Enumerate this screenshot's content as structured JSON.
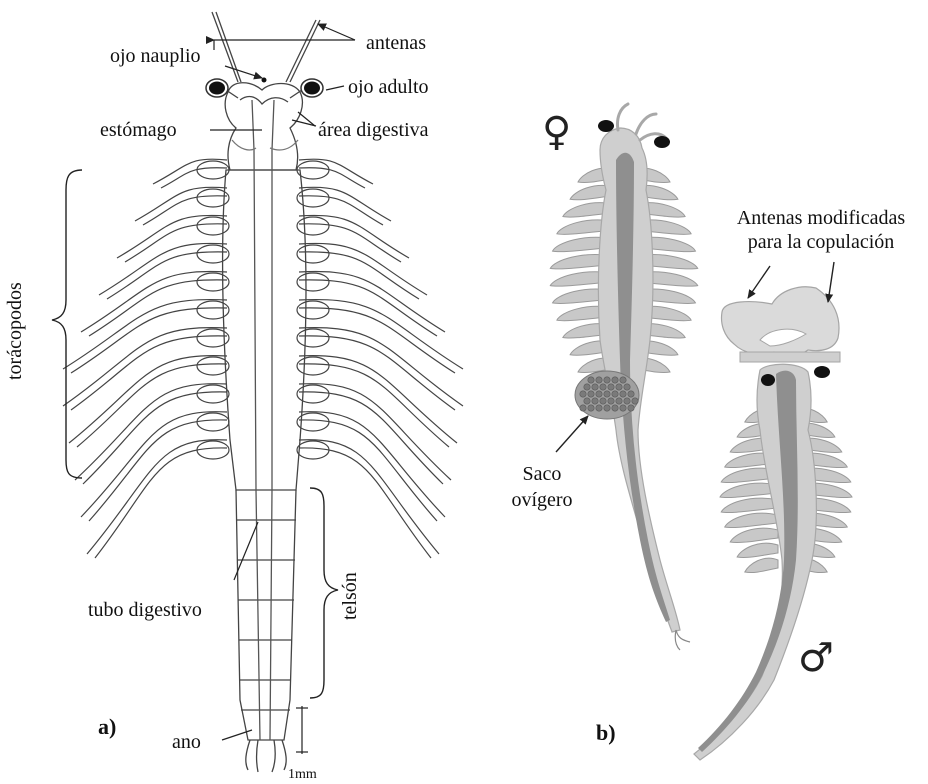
{
  "panel_a": {
    "letter": "a)",
    "labels": {
      "antennae": "antenas",
      "nauplius_eye": "ojo nauplio",
      "adult_eye": "ojo adulto",
      "stomach": "estómago",
      "digestive_area": "área digestiva",
      "thoracopods": "torácopodos",
      "telson": "telsón",
      "digestive_tube": "tubo digestivo",
      "anus": "ano",
      "scale": "1mm"
    }
  },
  "panel_b": {
    "letter": "b)",
    "female_symbol": "♀",
    "male_symbol": "♂",
    "egg_sac_line1": "Saco",
    "egg_sac_line2": "ovígero",
    "modified_antennae_line1": "Antenas modificadas",
    "modified_antennae_line2": "para la copulación"
  },
  "colors": {
    "line": "#222222",
    "body_fill": "#cfcfcf",
    "gut_fill": "#8f8f8f",
    "eye_fill": "#111111"
  }
}
